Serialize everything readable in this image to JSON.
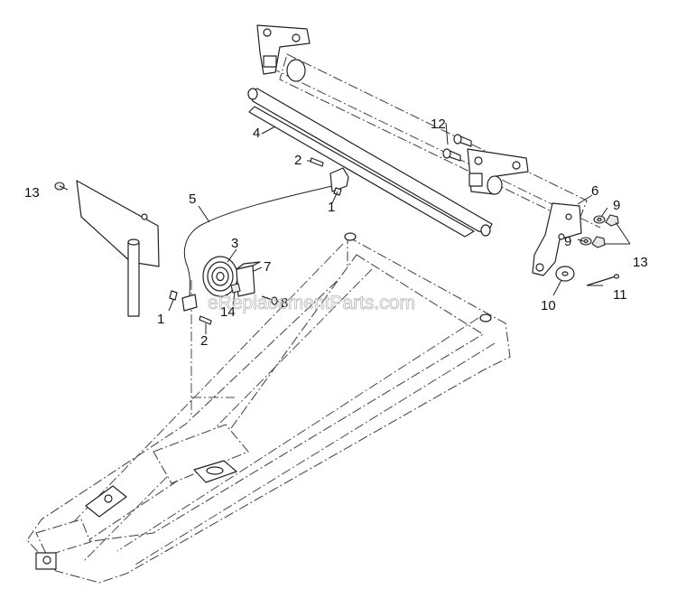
{
  "watermark": "eReplacementParts.com",
  "callouts": [
    {
      "id": "c1a",
      "text": "1"
    },
    {
      "id": "c1b",
      "text": "1"
    },
    {
      "id": "c2a",
      "text": "2"
    },
    {
      "id": "c2b",
      "text": "2"
    },
    {
      "id": "c3",
      "text": "3"
    },
    {
      "id": "c4",
      "text": "4"
    },
    {
      "id": "c5",
      "text": "5"
    },
    {
      "id": "c6",
      "text": "6"
    },
    {
      "id": "c7",
      "text": "7"
    },
    {
      "id": "c8",
      "text": "8"
    },
    {
      "id": "c9a",
      "text": "9"
    },
    {
      "id": "c9b",
      "text": "9"
    },
    {
      "id": "c10",
      "text": "10"
    },
    {
      "id": "c11",
      "text": "11"
    },
    {
      "id": "c12",
      "text": "12"
    },
    {
      "id": "c13a",
      "text": "13"
    },
    {
      "id": "c13b",
      "text": "13"
    },
    {
      "id": "c14",
      "text": "14"
    }
  ]
}
